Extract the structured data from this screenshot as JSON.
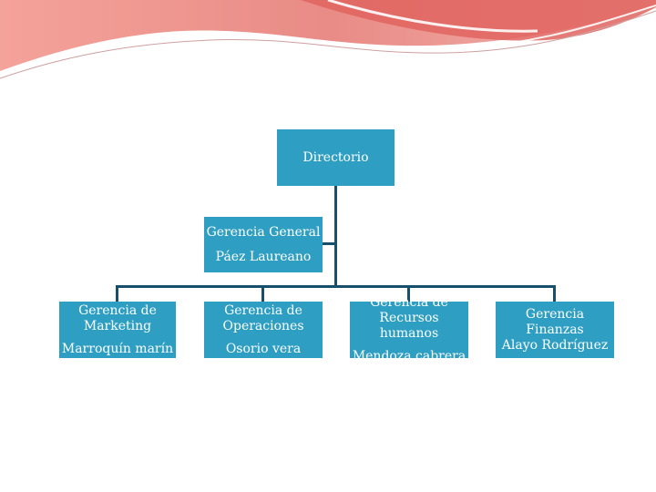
{
  "colors": {
    "box_fill": "#2e9fc3",
    "connector": "#16506a",
    "banner_red": "#e0645f",
    "banner_pink": "#f4a39a"
  },
  "org_chart": {
    "directorio": {
      "label": "Directorio"
    },
    "gerencia_general": {
      "title": "Gerencia General",
      "manager": "Páez Laureano"
    },
    "departments": [
      {
        "title_line1": "Gerencia de",
        "title_line2": "Marketing",
        "manager": "Marroquín marín"
      },
      {
        "title_line1": "Gerencia de",
        "title_line2": "Operaciones",
        "manager": "Osorio vera"
      },
      {
        "title_line1": "Gerencia de",
        "title_line2": "Recursos humanos",
        "manager": "Mendoza cabrera"
      },
      {
        "title_line1": "Gerencia Finanzas",
        "title_line2": "",
        "manager": "Alayo Rodríguez"
      }
    ]
  }
}
